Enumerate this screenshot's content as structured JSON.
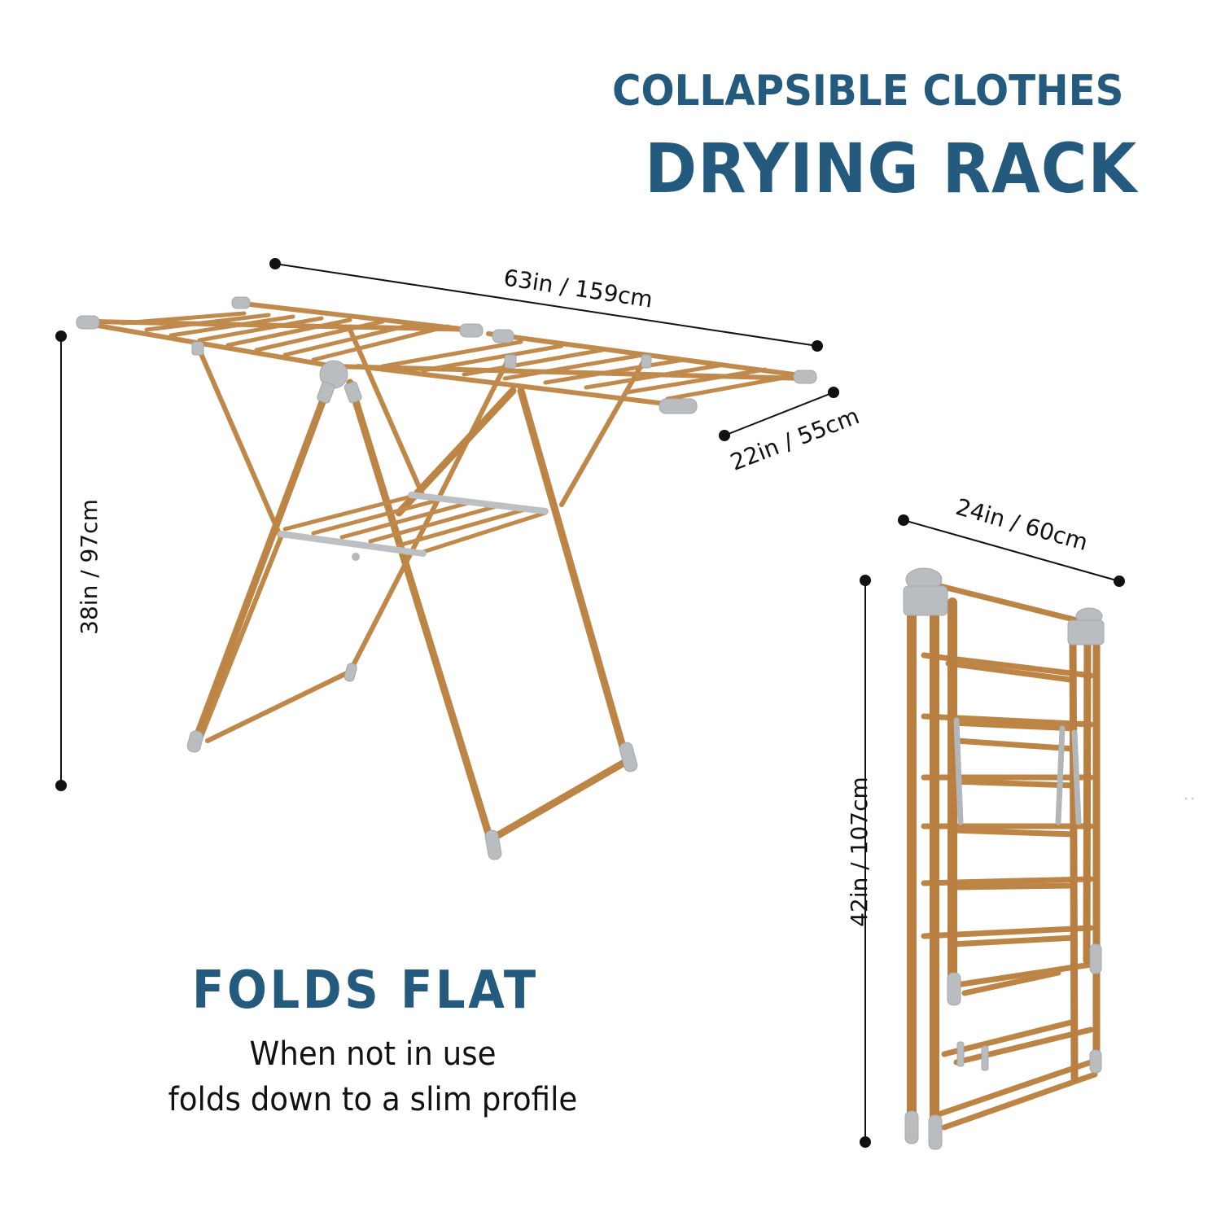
{
  "header": {
    "title_line1": "COLLAPSIBLE CLOTHES",
    "title_line2": "DRYING RACK"
  },
  "feature": {
    "title": "FOLDS FLAT",
    "subtitle_line1": "When not in use",
    "subtitle_line2": "folds down to a slim profile"
  },
  "dimensions": {
    "unfolded": {
      "length": "63in / 159cm",
      "depth": "22in / 55cm",
      "height": "38in / 97cm"
    },
    "folded": {
      "width": "24in / 60cm",
      "height": "42in / 107cm"
    }
  },
  "images": {
    "unfolded_rack": "wood-grain-drying-rack-unfolded-icon",
    "folded_rack": "wood-grain-drying-rack-folded-icon"
  },
  "colors": {
    "heading": "#235a7e",
    "wood": "#c08a4c",
    "wood_dark": "#a06a32",
    "connector": "#b9bcbf",
    "dimension_line": "#111111"
  }
}
